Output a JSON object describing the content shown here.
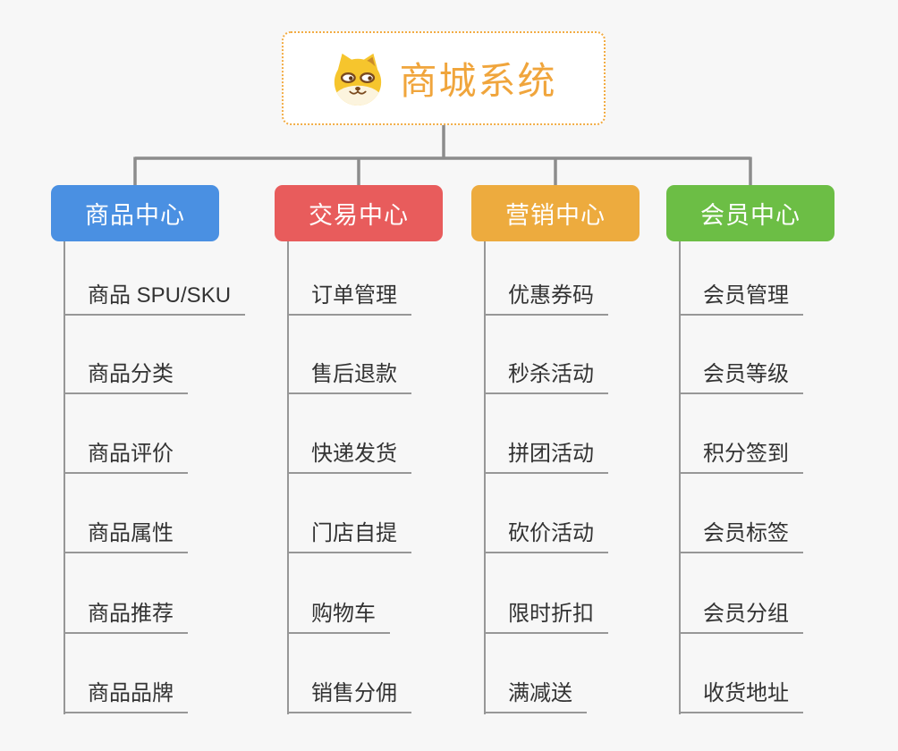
{
  "canvas": {
    "background": "#F7F7F7",
    "tree_line_color": "#8C8C8C",
    "leaf_line_color": "#979797",
    "leaf_text_color": "#333333"
  },
  "root": {
    "title": "商城系统",
    "icon": "shiba-dog-icon",
    "text_color": "#F0A53C",
    "border_color": "#F2AC44",
    "background": "#FFFFFF"
  },
  "branches": [
    {
      "label": "商品中心",
      "color": "#4A90E2",
      "children": [
        "商品 SPU/SKU",
        "商品分类",
        "商品评价",
        "商品属性",
        "商品推荐",
        "商品品牌"
      ]
    },
    {
      "label": "交易中心",
      "color": "#E85C5C",
      "children": [
        "订单管理",
        "售后退款",
        "快递发货",
        "门店自提",
        "购物车",
        "销售分佣"
      ]
    },
    {
      "label": "营销中心",
      "color": "#EDAB3E",
      "children": [
        "优惠券码",
        "秒杀活动",
        "拼团活动",
        "砍价活动",
        "限时折扣",
        "满减送"
      ]
    },
    {
      "label": "会员中心",
      "color": "#6CBE45",
      "children": [
        "会员管理",
        "会员等级",
        "积分签到",
        "会员标签",
        "会员分组",
        "收货地址"
      ]
    }
  ]
}
